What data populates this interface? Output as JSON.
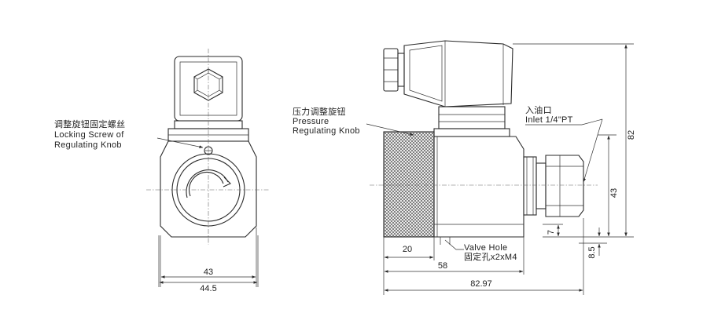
{
  "callouts": {
    "locking_screw": {
      "zh": "调整旋钮固定螺丝",
      "en1": "Locking Screw of",
      "en2": "Regulating Knob"
    },
    "pressure_knob": {
      "zh": "压力调整旋钮",
      "en1": "Pressure",
      "en2": "Regulating Knob"
    },
    "inlet": {
      "zh": "入油口",
      "en": "Inlet 1/4\"PT"
    },
    "valve_hole": {
      "en": "Valve Hole",
      "zh": "固定孔x2xM4"
    }
  },
  "dimensions": {
    "front_width": "43",
    "front_width_total": "44.5",
    "knob_length": "20",
    "body_length": "58",
    "total_length": "82.97",
    "total_height": "82",
    "inlet_height": "43",
    "hole_offset": "7",
    "base_offset": "8.5"
  },
  "colors": {
    "line": "#2a2a2a",
    "text": "#222222",
    "knurl": "#555555"
  }
}
